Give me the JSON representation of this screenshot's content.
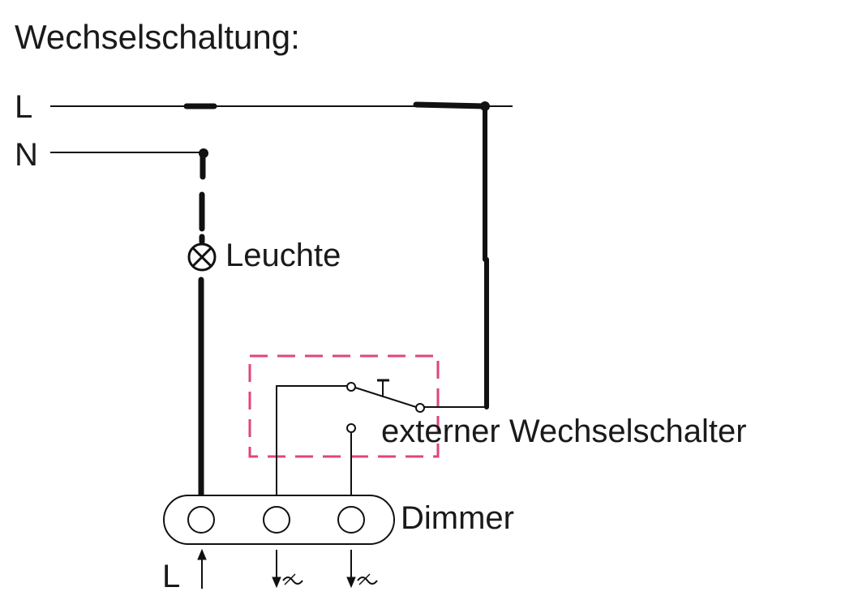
{
  "title": "Wechselschaltung:",
  "labels": {
    "line_phase": "L",
    "line_neutral": "N",
    "lamp": "Leuchte",
    "switch": "externer Wechselschalter",
    "dimmer": "Dimmer",
    "dimmer_input": "L"
  },
  "colors": {
    "wire": "#111111",
    "switch_box": "#e0457a",
    "text": "#1a1a1a"
  },
  "icons": {
    "lamp": "lamp-cross-icon",
    "dimmer_in": "arrow-up-icon",
    "dimmer_out": "arrow-down-tilde-icon"
  }
}
